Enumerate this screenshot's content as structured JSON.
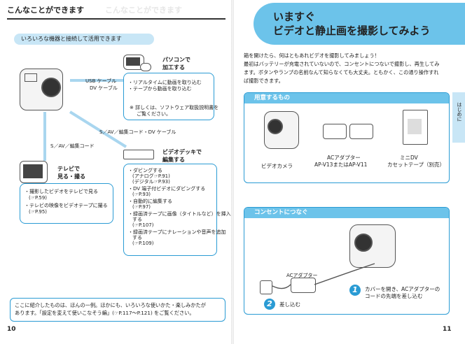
{
  "left": {
    "title": "こんなことができます",
    "ghost_title": "こんなことができます",
    "section": "いろいろな機器と接続して活用できます",
    "pc": {
      "heading": [
        "パソコンで",
        "加工する"
      ],
      "cable": [
        "USB ケーブル",
        "DV ケーブル"
      ],
      "items": [
        "・リアルタイムに動画を取り込む",
        "・テープから動画を取り込む"
      ],
      "note": [
        "※ 詳しくは、ソフトウェア取扱説明書を",
        "ご覧ください。"
      ]
    },
    "deck_cable": "S／AV／編集コード・DV ケーブル",
    "tv_cable": "S／AV／編集コード",
    "tv": {
      "heading": [
        "テレビで",
        "見る・撮る"
      ],
      "items": [
        "・撮影したビデオをテレビで見る",
        "(☞P.59)",
        "・テレビの映像をビデオテープに撮る",
        "(☞P.95)"
      ]
    },
    "deck": {
      "heading": [
        "ビデオデッキで",
        "編集する"
      ],
      "items": [
        "・ダビングする",
        "(アナログ☞P.91)",
        "(デジタル☞P.93)",
        "・DV 端子付ビデオにダビングする",
        "(☞P.93)",
        "・自動的に編集する",
        "(☞P.97)",
        "・録画済テープに画像（タイトルなど）を挿入",
        "する",
        "(☞P.107)",
        "・録画済テープにナレーションや音声を追加",
        "する",
        "(☞P.109)"
      ]
    },
    "footer": [
      "ここに紹介したものは、ほんの一例。ほかにも、いろいろな使いかた・楽しみかたが",
      "あります。「設定を変えて使いこなそう編」(☞P.117～P.121) をご覧ください。"
    ],
    "page_no": "10"
  },
  "right": {
    "title": [
      "いますぐ",
      "ビデオと静止画を撮影してみよう"
    ],
    "intro": [
      "箱を開けたら、何はともあれビデオを撮影してみましょう！",
      "最初はバッテリーが充電されていないので、コンセントにつないで撮影し、再生してみ",
      "ます。ボタンやランプの名前なんて知らなくても大丈夫。ともかく、この通り操作すれ",
      "ば撮影できます。"
    ],
    "section1": "用意するもの",
    "items": [
      {
        "label": [
          "ビデオカメラ"
        ]
      },
      {
        "label": [
          "ACアダプター",
          "AP-V13またはAP-V11"
        ]
      },
      {
        "label": [
          "ミニDV",
          "カセットテープ（別売）"
        ]
      }
    ],
    "section2": "コンセントにつなぐ",
    "adapter_label": "ACアダプター",
    "step1_num": "1",
    "step1_text": [
      "カバーを開き、ACアダプターの",
      "コードの先端を差し込む"
    ],
    "step2_num": "2",
    "step2_text": "差し込む",
    "side_tab": "はじめに",
    "page_no": "11"
  },
  "colors": {
    "accent": "#2a9bd4",
    "accent_light": "#c8e6f6",
    "title_bar": "#6cc3ea"
  }
}
